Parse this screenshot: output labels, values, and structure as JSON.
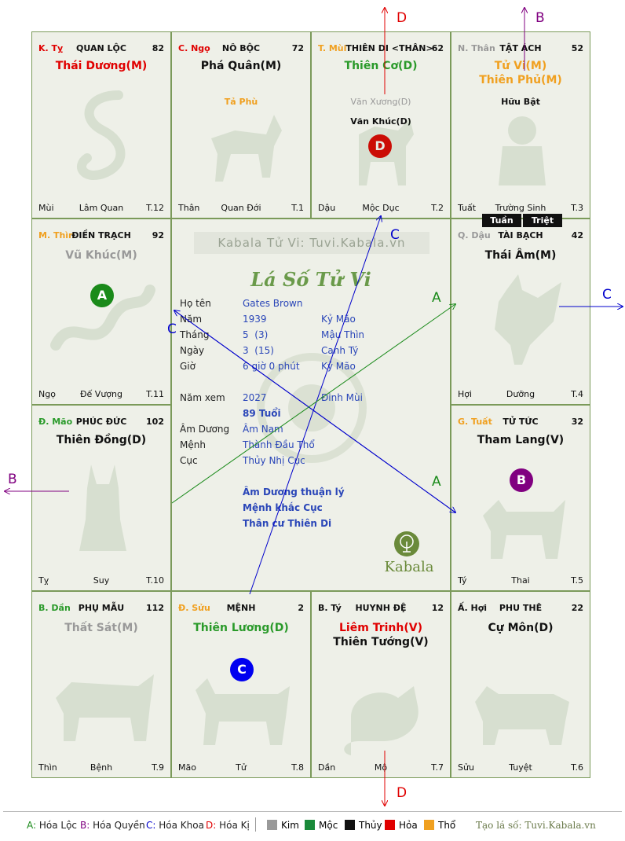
{
  "watermark": "Kabala Tử Vi: Tuvi.Kabala.vn",
  "chart_title": "Lá Số Tử Vi",
  "logo_text": "Kabala",
  "palaces": {
    "p1": {
      "can_chi": "K. Tỵ",
      "can_color": "#e00000",
      "name": "QUAN LỘC",
      "num": "82",
      "star1": "Thái Dương(M)",
      "star1_color": "#e00000",
      "foot_l": "Mùi",
      "foot_c": "Lâm Quan",
      "foot_r": "T.12"
    },
    "p2": {
      "can_chi": "C. Ngọ",
      "can_color": "#e00000",
      "name": "NÔ BỘC",
      "num": "72",
      "star1": "Phá Quân(M)",
      "star1_color": "#111111",
      "minor1": "Tả Phù",
      "minor1_color": "#f0a020",
      "foot_l": "Thân",
      "foot_c": "Quan Đới",
      "foot_r": "T.1"
    },
    "p3": {
      "can_chi": "T. Mùi",
      "can_color": "#f0a020",
      "name": "THIÊN DI <THÂN>",
      "num": "62",
      "star1": "Thiên Cơ(D)",
      "star1_color": "#2a9a2a",
      "minor1": "Văn Xương(D)",
      "minor1_color": "#999999",
      "minor2": "Văn Khúc(D)",
      "minor2_color": "#111111",
      "foot_l": "Dậu",
      "foot_c": "Mộc Dục",
      "foot_r": "T.2"
    },
    "p4": {
      "can_chi": "N. Thân",
      "can_color": "#999999",
      "name": "TẬT ÁCH",
      "num": "52",
      "star1": "Tử Vi(M)",
      "star1_color": "#f0a020",
      "star2": "Thiên Phủ(M)",
      "star2_color": "#f0a020",
      "minor1": "Hữu Bật",
      "minor1_color": "#111111",
      "foot_l": "Tuất",
      "foot_c": "Trường Sinh",
      "foot_r": "T.3"
    },
    "p5": {
      "can_chi": "M. Thìn",
      "can_color": "#f0a020",
      "name": "ĐIỀN TRẠCH",
      "num": "92",
      "star1": "Vũ Khúc(M)",
      "star1_color": "#999999",
      "foot_l": "Ngọ",
      "foot_c": "Đế Vượng",
      "foot_r": "T.11"
    },
    "p6": {
      "can_chi": "Q. Dậu",
      "can_color": "#999999",
      "name": "TÀI BẠCH",
      "num": "42",
      "star1": "Thái Âm(M)",
      "star1_color": "#111111",
      "foot_l": "Hợi",
      "foot_c": "Dưỡng",
      "foot_r": "T.4"
    },
    "p7": {
      "can_chi": "Đ. Mão",
      "can_color": "#2a9a2a",
      "name": "PHÚC ĐỨC",
      "num": "102",
      "star1": "Thiên Đồng(D)",
      "star1_color": "#111111",
      "foot_l": "Tỵ",
      "foot_c": "Suy",
      "foot_r": "T.10"
    },
    "p8": {
      "can_chi": "G. Tuất",
      "can_color": "#f0a020",
      "name": "TỬ TỨC",
      "num": "32",
      "star1": "Tham Lang(V)",
      "star1_color": "#111111",
      "foot_l": "Tý",
      "foot_c": "Thai",
      "foot_r": "T.5"
    },
    "p9": {
      "can_chi": "B. Dần",
      "can_color": "#2a9a2a",
      "name": "PHỤ MẪU",
      "num": "112",
      "star1": "Thất Sát(M)",
      "star1_color": "#999999",
      "foot_l": "Thìn",
      "foot_c": "Bệnh",
      "foot_r": "T.9"
    },
    "p10": {
      "can_chi": "Đ. Sửu",
      "can_color": "#f0a020",
      "name": "MỆNH",
      "num": "2",
      "star1": "Thiên Lương(D)",
      "star1_color": "#2a9a2a",
      "foot_l": "Mão",
      "foot_c": "Tử",
      "foot_r": "T.8"
    },
    "p11": {
      "can_chi": "B. Tý",
      "can_color": "#111111",
      "name": "HUYNH ĐỆ",
      "num": "12",
      "star1": "Liêm Trinh(V)",
      "star1_color": "#e00000",
      "star2": "Thiên Tướng(V)",
      "star2_color": "#111111",
      "foot_l": "Dần",
      "foot_c": "Mộ",
      "foot_r": "T.7"
    },
    "p12": {
      "can_chi": "Ấ. Hợi",
      "can_color": "#111111",
      "name": "PHU THÊ",
      "num": "22",
      "star1": "Cự Môn(D)",
      "star1_color": "#111111",
      "foot_l": "Sửu",
      "foot_c": "Tuyệt",
      "foot_r": "T.6"
    }
  },
  "tuan": "Tuần",
  "triet": "Triệt",
  "info": {
    "ho_ten_label": "Họ tên",
    "ho_ten": "Gates Brown",
    "nam_label": "Năm",
    "nam": "1939",
    "nam_can": "Kỷ Mão",
    "thang_label": "Tháng",
    "thang": "5  (3)",
    "thang_can": "Mậu Thìn",
    "ngay_label": "Ngày",
    "ngay": "3  (15)",
    "ngay_can": "Canh Tý",
    "gio_label": "Giờ",
    "gio": "6 giờ 0 phút",
    "gio_can": "Kỷ Mão",
    "nam_xem_label": "Năm xem",
    "nam_xem": "2027",
    "nam_xem_can": "Đinh Mùi",
    "tuoi": "89 Tuổi",
    "am_duong_label": "Âm Dương",
    "am_duong": "Âm Nam",
    "menh_label": "Mệnh",
    "menh": "Thành Đầu Thổ",
    "cuc_label": "Cục",
    "cuc": "Thủy Nhị Cục",
    "note1": "Âm Dương thuận lý",
    "note2": "Mệnh khắc Cục",
    "note3": "Thân cư Thiên Di"
  },
  "badges": {
    "a": "A",
    "b": "B",
    "c": "C",
    "d": "D"
  },
  "arrow_labels": {
    "d_top": "D",
    "b_top": "B",
    "c_right": "C",
    "b_left": "B",
    "d_bottom": "D",
    "a1": "A",
    "a2": "A",
    "c1": "C",
    "c2": "C"
  },
  "legend": {
    "a_key": "A:",
    "a_text": "Hóa Lộc",
    "b_key": "B:",
    "b_text": "Hóa Quyền",
    "c_key": "C:",
    "c_text": "Hóa Khoa",
    "d_key": "D:",
    "d_text": "Hóa Kị",
    "kim": "Kim",
    "moc": "Mộc",
    "thuy": "Thủy",
    "hoa": "Hỏa",
    "tho": "Thổ",
    "site": "Tạo lá số: Tuvi.Kabala.vn"
  },
  "colors": {
    "kim": "#999999",
    "moc": "#2a9a2a",
    "thuy": "#111111",
    "hoa": "#e00000",
    "tho": "#f0a020",
    "border": "#7b9a5a",
    "info_blue": "#2a46b8",
    "hoa_loc": "#2a9a2a",
    "hoa_quyen": "#800080",
    "hoa_khoa": "#0000ff",
    "hoa_ki": "#e00000"
  }
}
